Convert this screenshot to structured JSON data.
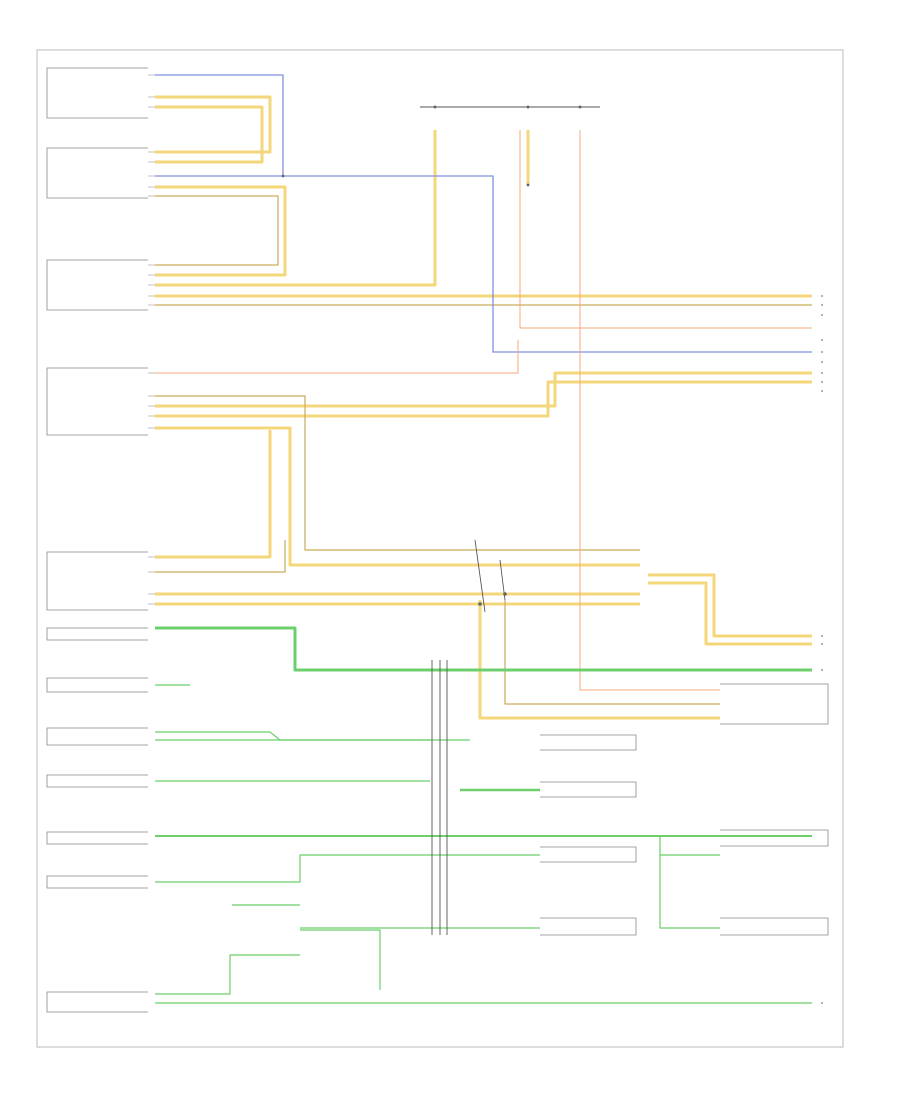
{
  "colors": {
    "yellow": "#f3d77a",
    "tan": "#d9b967",
    "green": "#6ccf6c",
    "blue": "#8090e0",
    "orange": "#f5a97a",
    "dark": "#555555",
    "frame": "#aaaaaa"
  },
  "left_modules": [
    {
      "id": "m1",
      "title": "",
      "pins": [
        "",
        "",
        "",
        ""
      ]
    },
    {
      "id": "m2",
      "title": "",
      "pins": [
        "",
        "",
        "",
        "",
        ""
      ]
    },
    {
      "id": "m3",
      "title": "",
      "pins": [
        "",
        "",
        "",
        "",
        ""
      ]
    },
    {
      "id": "m4",
      "title": "",
      "pins": [
        "",
        "",
        "",
        "",
        ""
      ]
    },
    {
      "id": "m5",
      "title": "",
      "pins": [
        "",
        "",
        "",
        ""
      ]
    },
    {
      "id": "m6",
      "title": "",
      "pins": [
        ""
      ]
    },
    {
      "id": "m7",
      "title": "",
      "pins": [
        ""
      ]
    },
    {
      "id": "m8",
      "title": "",
      "pins": [
        ""
      ]
    }
  ],
  "notes": [
    "",
    "",
    "",
    ""
  ],
  "footer": ""
}
